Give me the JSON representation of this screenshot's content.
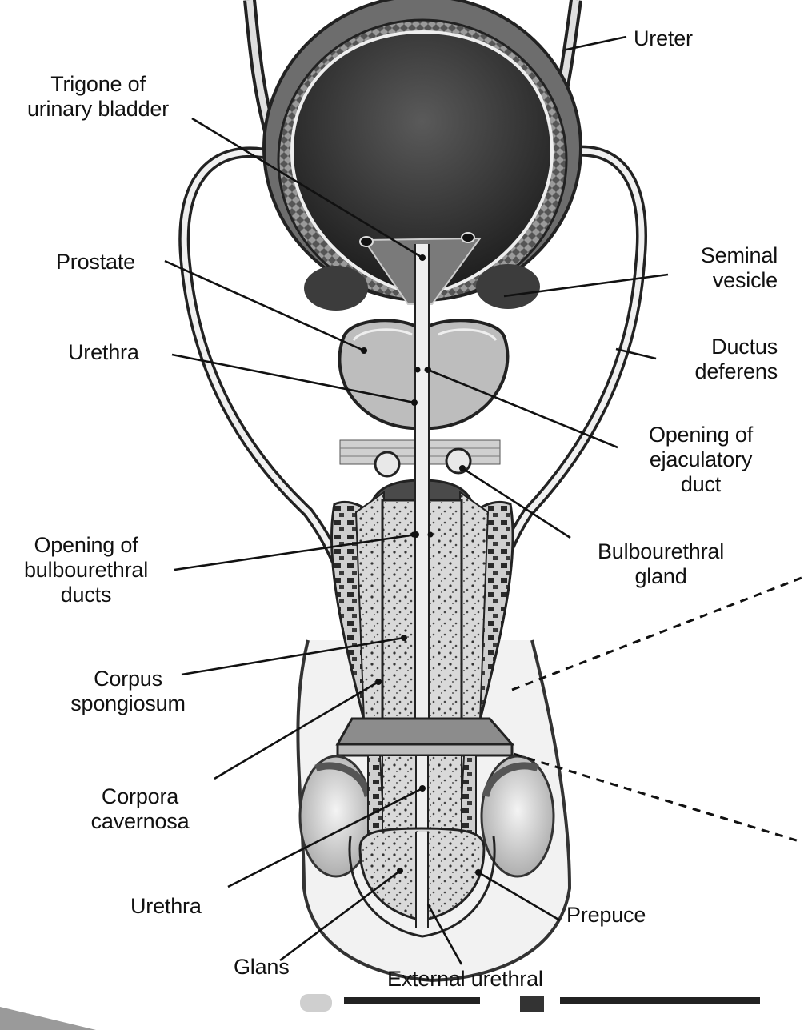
{
  "labels": {
    "ureter": "Ureter",
    "trigone": "Trigone of\nurinary bladder",
    "prostate": "Prostate",
    "urethra_upper": "Urethra",
    "seminal_vesicle": "Seminal\nvesicle",
    "ductus_deferens": "Ductus\ndeferens",
    "opening_ejaculatory": "Opening of\nejaculatory\nduct",
    "opening_bulbourethral": "Opening of\nbulbourethral\nducts",
    "bulbourethral_gland": "Bulbourethral\ngland",
    "corpus_spongiosum": "Corpus\nspongiosum",
    "corpora_cavernosa": "Corpora\ncavernosa",
    "urethra_lower": "Urethra",
    "prepuce": "Prepuce",
    "glans": "Glans",
    "external_urethral": "External urethral"
  },
  "colors": {
    "ink": "#111111",
    "tissue_dark": "#4a4a4a",
    "tissue_mid": "#8a8a8a",
    "tissue_light": "#c8c8c8",
    "tissue_pale": "#e6e6e6"
  }
}
